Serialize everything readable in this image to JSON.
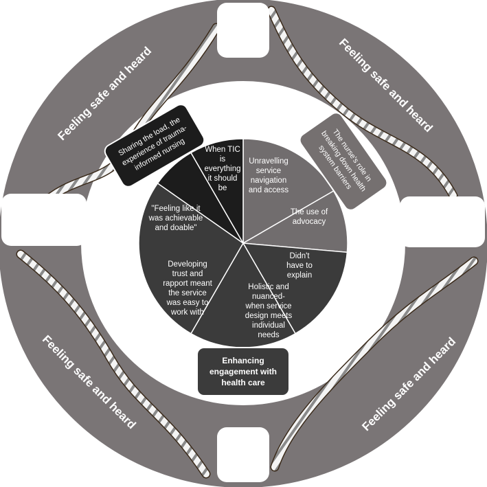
{
  "ring": {
    "label_top_left": "Feeling safe and heard",
    "label_top_right": "Feeling safe and heard",
    "label_bottom_left": "Feeling safe and heard",
    "label_bottom_right": "Feeling safe and heard",
    "color": "#7a7576"
  },
  "themes": {
    "top_left": {
      "lines": [
        "Sharing the load, the",
        "experience of trauma-",
        "informed nursing"
      ],
      "color": "#1c1c1c"
    },
    "top_right": {
      "lines": [
        "The nurse's role in",
        "breaking down health",
        "system barriers"
      ],
      "color": "#757070"
    },
    "bottom": {
      "lines": [
        "Enhancing",
        "engagement with",
        "health care"
      ],
      "color": "#3b3b3b"
    }
  },
  "wedges": [
    {
      "lines": [
        "Unravelling",
        "service",
        "navigation",
        "and access"
      ],
      "color": "#716d6e"
    },
    {
      "lines": [
        "The use of",
        "advocacy"
      ],
      "color": "#716d6e"
    },
    {
      "lines": [
        "Didn't",
        "have to",
        "explain"
      ],
      "color": "#3b3b3b"
    },
    {
      "lines": [
        "Holistic and",
        "nuanced-",
        "when service",
        "design meets",
        "individual",
        "needs"
      ],
      "color": "#3b3b3b"
    },
    {
      "lines": [
        "Developing",
        "trust and",
        "rapport meant",
        "the service",
        "was easy to",
        "work with"
      ],
      "color": "#3b3b3b"
    },
    {
      "lines": [
        "\"Feeling like it",
        "was achievable",
        "and doable\""
      ],
      "color": "#1c1c1c"
    },
    {
      "lines": [
        "When TIC",
        "is",
        "everything",
        "it should",
        "be"
      ],
      "color": "#1c1c1c"
    }
  ]
}
